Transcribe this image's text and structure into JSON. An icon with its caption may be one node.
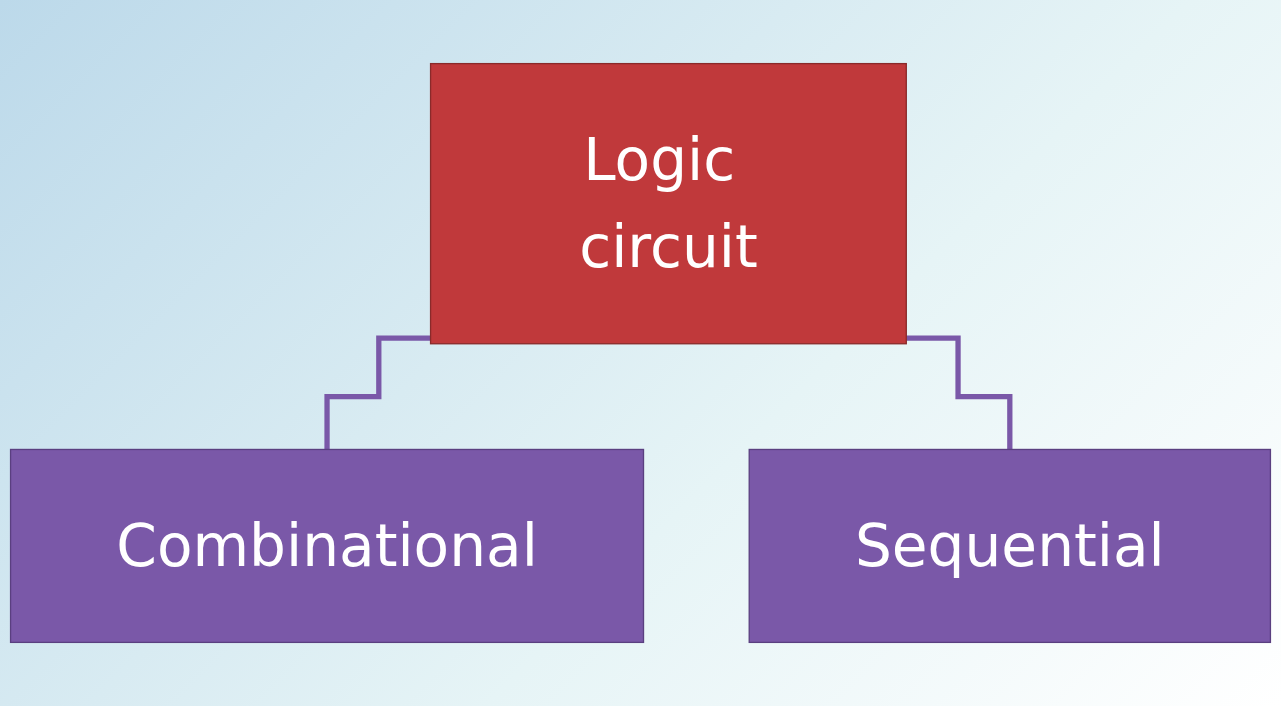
{
  "diagram": {
    "nodes": [
      {
        "text": [
          "Logic circuit"
        ]
      },
      {
        "text": [
          "Combinational"
        ]
      },
      {
        "text": [
          "Sequential"
        ]
      }
    ],
    "edges": [
      {
        "from": 0,
        "to": 1,
        "arrow": "none"
      },
      {
        "from": 0,
        "to": 2,
        "arrow": "none"
      }
    ]
  }
}
